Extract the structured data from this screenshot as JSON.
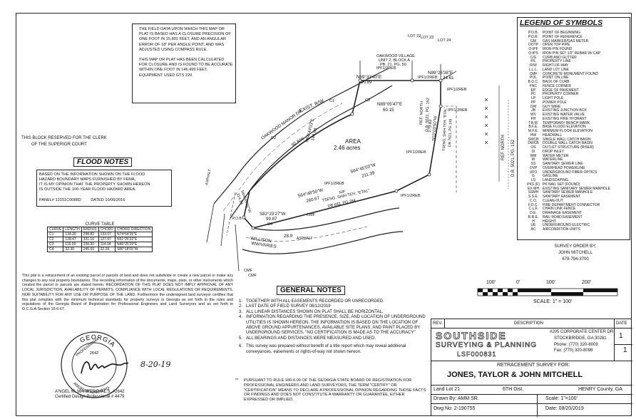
{
  "closure_note": {
    "lines": [
      "THE FIELD DATA UPON WHICH THIS MAP OR",
      "PLAT IS BASED HAS A CLOSURE PRECISION OF",
      "ONE FOOT IN 15,801 FEET, AND AN ANGULAR",
      "ERROR OF 18\" PER ANGLE POINT, AND WAS",
      "ADJUSTED USING COMPASS RULE.",
      "",
      "THIS MAP OR PLAT HAS BEEN CALCULATED",
      "FOR CLOSURE AND IS FOUND TO BE ACCURATE",
      "WITHIN ONE FOOT IN 146,499 FEET.",
      "EQUIPMENT USED GTS 220"
    ]
  },
  "clerk_block": [
    "THIS BLOCK RESERVED FOR THE CLERK",
    "OF THE SUPERIOR COURT"
  ],
  "flood_notes": {
    "title": "FLOOD NOTES",
    "lines": [
      "BASED ON THE INFORMATION SHOWN ON THE FLOOD",
      "HAZARD BOUNDARY MAPS FURNISHED BY FEMA,",
      "IT IS MY OPINION THAT THE PROPERTY SHOWN HEREON",
      "IS OUTSIDE THE 100-YEAR FLOOD HAZARD AREA."
    ],
    "panel": "PANEL# 13151C0088D",
    "dated": "DATED 10/06/2016"
  },
  "curve_table": {
    "title": "CURVE TABLE",
    "headers": [
      "CURVE",
      "LENGTH",
      "RADIUS",
      "CHORD",
      "CHORD DIRECTION"
    ],
    "rows": [
      [
        "C1",
        "134.20",
        "298.82",
        "133.07",
        "N74°54'35\"E"
      ],
      [
        "C2",
        "128.47",
        "331.16",
        "127.67",
        "N51°26'32\"E"
      ],
      [
        "C3",
        "116.09",
        "238.30",
        "114.94",
        "N45°25'29\"E"
      ],
      [
        "C4",
        "32.30",
        "245.00",
        "32.28",
        "S86°18'05\"W"
      ]
    ]
  },
  "legend": {
    "title": "LEGEND OF SYMBOLS",
    "items": [
      [
        "P.O.B.",
        "POINT OF BEGINNING"
      ],
      [
        "P.O.R.",
        "POINT OF REFERENCE"
      ],
      [
        "GM",
        "GAS MARKER/GAS METER"
      ],
      [
        "OOTP",
        "OPEN TOP PIPE"
      ],
      [
        "O-IPF",
        "IRON PIN FOUND"
      ],
      [
        "O-IPS",
        "IRON PIN SET 1/2\" REBAR W/ CAP"
      ],
      [
        "C/G",
        "CURB AND GUTTER"
      ],
      [
        "P/L",
        "PROPERTY LINE"
      ],
      [
        "R/W",
        "RIGHT-OF-WAY"
      ],
      [
        "L.L.L.",
        "LAND LOT LINE"
      ],
      [
        "CMF",
        "CONCRETE MONUMENT FOUND"
      ],
      [
        "POL",
        "POINT ON LINE"
      ],
      [
        "B.O.C.",
        "BACK OF CURB"
      ],
      [
        "FNC",
        "FENCE CORNER"
      ],
      [
        "EP",
        "EDGE OF PAVEMENT"
      ],
      [
        "PC",
        "PROPERTY CORNER"
      ],
      [
        "LP",
        "LIGHT POLE"
      ],
      [
        "PP",
        "POWER POLE"
      ],
      [
        "GW",
        "GUY WIRE"
      ],
      [
        "JB",
        "EXISTING JUNCTION BOX"
      ],
      [
        "WV",
        "EXISTING WATER VALVE"
      ],
      [
        "FH",
        "EXISTING FIRE HYDRANT"
      ],
      [
        "T.B.M.",
        "TEMPORARY BENCH MARK"
      ],
      [
        "B.F.E.",
        "BASE FLOOD ELEVATION"
      ],
      [
        "M.F.E.",
        "MINIMUM FLOOR ELEVATION"
      ],
      [
        "HW",
        "HEADWALL"
      ],
      [
        "SWCB",
        "SINGLE WALL CATCH BASIN"
      ],
      [
        "DWCB",
        "DOUBLE WALL CATCH BASIN"
      ],
      [
        "OS",
        "OUTLET STRUCTURE (RISER)"
      ],
      [
        "DI",
        "DROP INLET"
      ],
      [
        "WM",
        "WATER METER"
      ],
      [
        "W",
        "WATERLINE"
      ],
      [
        "SS",
        "SANITARY SEWER LINE"
      ],
      [
        "OVP",
        "OVERHEAD POWERLINE"
      ],
      [
        "UFO",
        "UNDERGROUND FIBER OPTICS"
      ],
      [
        "G",
        "GASLINE"
      ],
      [
        "LS",
        "LANDSCAPING"
      ],
      [
        "PKS (F)",
        "PK NAIL SET (FOUND)"
      ],
      [
        "EX-MH",
        "EXISTING SANITARY SEWER MANHOLE"
      ],
      [
        "SSMH",
        "SANITARY SEWER MANHOLE"
      ],
      [
        "S.S.E.",
        "SANITARY EASEMENT"
      ],
      [
        "C.O.",
        "CLEAN-OUT"
      ],
      [
        "F.D.C.",
        "FIRE DEPARTMENT CONNECTOR"
      ],
      [
        "C.L.F.",
        "CHAIN LINK FENCE"
      ],
      [
        "D.E.",
        "DRAINAGE EASEMENT"
      ],
      [
        "R.R.E.",
        "RAIL ROAD EASEMENT"
      ],
      [
        "H",
        "HEIGHT"
      ],
      [
        "UE",
        "UNDERGROUND ELECTRIC"
      ],
      [
        "AC",
        "AIRCONDITION UNITS"
      ]
    ]
  },
  "survey_order": {
    "label": "SURVEY ORDER BY;",
    "name": "JOHN MITCHELL",
    "phone": "678-794-3700"
  },
  "scale_bar": {
    "ticks": [
      "100'",
      "0'",
      "100'",
      "200'"
    ],
    "label": "SCALE: 1\" = 100'"
  },
  "retracement_note": "This plat is a retracement of an existing parcel or parcels of land and does not subdivide or create a new parcel or make any changes to any real property boundaries. The recording information of the documents, maps, plats, or other instruments which created the parcel or parcels are stated herein. RECORDATION OF THIS PLAT DOES NOT IMPLY APPROVAL OF ANY LOCAL JURISDICTION, AVAILABILITY OF PERMITS, COMPLIANCE WITH LOCAL REGULATIONS OR REQUIREMENTS, NOR SUITABILITY FOR ANY USE OR PURPOSE OF THE LAND. Furthermore the undersigned land surveyor certifies that this plat complies with the minimum technical standards for property surveys in Georgia as set forth in the rules and regulations of the Georgia Board of Registration for Professional Engineers and Land Surveyors and as set forth in O.C.G.A.Section 15-6-67.",
  "seal": {
    "top_text": "GEORGIA",
    "side_text": "PROFESSIONAL",
    "number": "2642",
    "bottom_text": "ANGEL M. MARRERO",
    "signature_date": "8-20-19"
  },
  "surveyor": {
    "line1": "A'NGEL M. MARRERO P.L.S. #2642",
    "line2": "Certified Design Professional # 4479"
  },
  "general_notes": {
    "title": "GENERAL NOTES",
    "items": [
      "TOGETHER WITH ALL EASEMENTS RECORDED OR UNRECORDED.",
      "LAST DATE OF FIELD SURVEY 08/12/2019",
      "ALL LINEAR DISTANCES SHOWN ON PLAT SHALL BE HORIZONTAL.",
      "INFORMATION REGARDING THE PRESENCE, SIZE, AND LOCATION OF UNDERGROUND UTILITIES IS SHOWN HEREON. THE INFORMATION IS BASED ON THE LOCATION OF ABOVE GROUND APPURTENANCES, AVAILABLE SITE PLANS, AND PAINT PLACED BY UNDERGROUND SERVICES. \"NO CERTIFICATION IS MADE AS TO THE ACCURACY\"",
      "ALL BEARINGS AND DISTANCES WERE MEASURED AND USED."
    ],
    "item6": "This survey was prepared without benefit of a title report which may reveal additional conveyances, easements or rights-of-way not shown hereon.",
    "pursuant": "PURSUANT TO RULE 180-6.09 OF THE GEORGIA STATE BOARD OF REGISTRATION FOR PROFESSIONAL ENGINEERS AND LAND SURVEYORS, THE TERM \"CERTIFY\" OR \"CERTIFICATION\" MEANS TO DECLARE A PROFESSIONAL OPINION REGARDING THOSE FACTS OR FINDINGS AND DOES NOT CONSTITUTE A WARRANTY OR GUARANTEE, EITHER EXPRESSED OR IMPLIED."
  },
  "title_block": {
    "rev_label": "REV.",
    "description_label": "DESCRIPTION",
    "date_label": "DATE",
    "company": "SOUTHSIDE",
    "company_sub": "SURVEYING & PLANNING",
    "license": "LSF000831",
    "address1": "#205 CORPORATE CENTER DR.",
    "address2": "STOCKBRIDGE, GA   30281",
    "phone": "Phone: (770) 320-8009",
    "fax": "Fax: (770) 320-8098",
    "sheet_num": "1",
    "sheet_total": "1",
    "survey_for_label": "RETRACEMENT SURVEY FOR:",
    "survey_for_name": "JONES, TAYLOR & JOHN MITCHELL",
    "land_lot": "Land Lot 21",
    "district": "6TH   Dist.",
    "county": "HENRY County, GA",
    "drawn_by": "Drawn By: AMM SR.",
    "scale": "Scale: 1\"=100'",
    "dwg_no": "Dwg No: 2-190755",
    "date": "Date: 08/20/2019"
  },
  "map_labels": {
    "subdivision": [
      "OAKWOOD VILLAGE",
      "UNIT 2, BLOCK A",
      "PB. 21, PG. 50"
    ],
    "lot22": "LOT 22",
    "lot23": "LOT 23",
    "lot24": "LOT 24",
    "bearing1": "N89°32'40\"E",
    "dist1": "90.89",
    "bearing2": "N89°26'38\"E",
    "dist2": "24.61",
    "bearing3": "N89°05'47\"E",
    "dist3": "60.15",
    "ipf1": "IPF1/2REB",
    "ipf2": "IPF1/2REB",
    "ipf3": "IPF1/2REB",
    "ipf4": "IPF1/2REB",
    "ipf5": "IPF1/2REB",
    "ipf6": "IPF1/2REB",
    "ipf7": "IPF1/2REB",
    "exist_rw": "EXIST. R/W",
    "road": "OAKWOOD MANOR DR.",
    "road_width": "60' R/W",
    "c1": "C1",
    "c2": "C2",
    "c3": "C3",
    "c4": "C4",
    "area_label": "AREA",
    "area_value": "2.46 acres",
    "ref_north": "REF. NORTH",
    "ref_north_db": "D.B. 5021, PG. 152",
    "east_bearing": "S03°03'50\"W",
    "east_dist": "179.83",
    "east_owner": [
      "TSENG, SHIH TEH, \"ETAL\"",
      "DB 7621, PG 148"
    ],
    "ref_north2": "REF. NORTH",
    "ref_north2_db": "D.B. 5021, PG. 152",
    "line_s64a": "S64°45'03\"W",
    "line_s64a_dist": "211.39",
    "line_s64b": "S64°48'50\"W",
    "line_s64b_dist": "260.67",
    "south_owner": [
      "N/F",
      "TSENG, SHIH TEH, \"ETAL\"",
      "DB 692, PG 284"
    ],
    "nw_bearing": "N64°44'03\"E",
    "nw_dist": "144.98",
    "s82": "S82°23'27\"W",
    "s82_dist": "99.87",
    "left_bearing": "N04°45'32\"W",
    "left_dist": "114.14",
    "williams": "WILLISON",
    "williams2": "WW/VARIES",
    "asphalt1": "ASPHALT",
    "asphalt2": "ASPHALT",
    "cmf1": "CMF",
    "cmf2": "CMF",
    "cmf3": "CMF",
    "d28": "28.9",
    "pob": "P.O.B."
  }
}
